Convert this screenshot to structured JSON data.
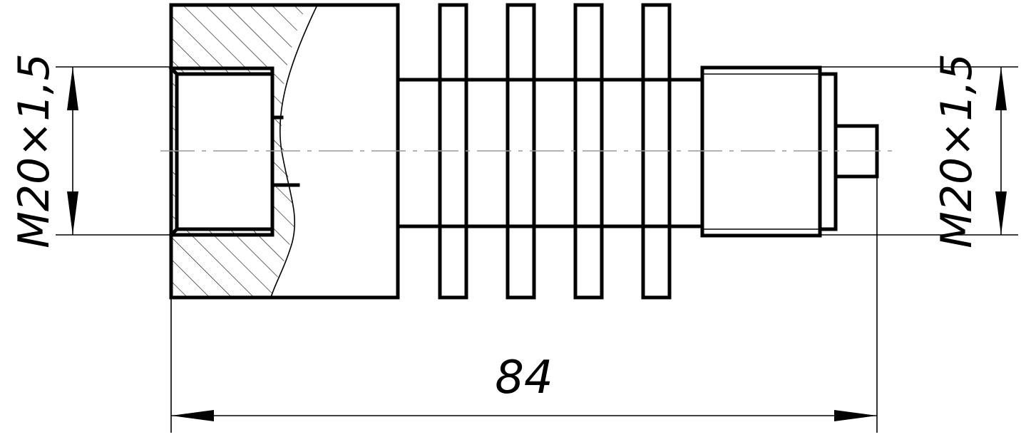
{
  "dimensions": {
    "left_thread": "M20×1,5",
    "right_thread": "M20×1,5",
    "overall_length": "84"
  }
}
